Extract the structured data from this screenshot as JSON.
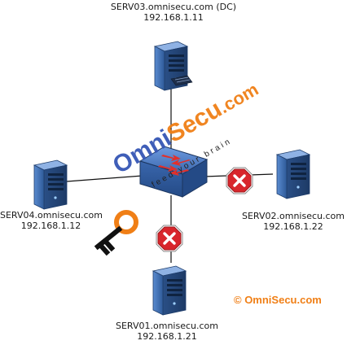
{
  "nodes": {
    "serv03": {
      "hostname": "SERV03.omnisecu.com (DC)",
      "ip": "192.168.1.11"
    },
    "serv04": {
      "hostname": "SERV04.omnisecu.com",
      "ip": "192.168.1.12"
    },
    "serv02": {
      "hostname": "SERV02.omnisecu.com",
      "ip": "192.168.1.22"
    },
    "serv01": {
      "hostname": "SERV01.omnisecu.com",
      "ip": "192.168.1.21"
    }
  },
  "blocked_links": [
    "serv02",
    "serv01"
  ],
  "watermark": {
    "brand_omni": "Omni",
    "brand_secu": "Secu",
    "brand_tld": ".com",
    "tagline": "feed your brain"
  },
  "copyright": "© OmniSecu.com",
  "colors": {
    "server_blue": "#3d6fb0",
    "switch_blue": "#3b6cb5",
    "blocked_red": "#d8262c",
    "brand_orange": "#f07f16",
    "brand_blue": "#3556b5"
  },
  "icons": [
    "server-icon",
    "switch-icon",
    "blocked-icon",
    "key-icon"
  ]
}
